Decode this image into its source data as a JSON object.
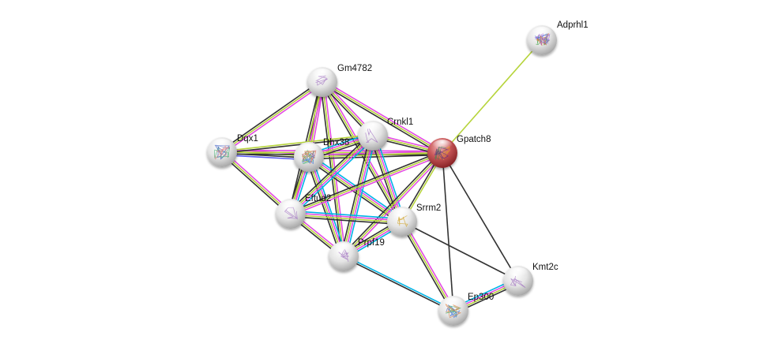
{
  "title": "Protein interaction network",
  "center_protein": "Gpatch8",
  "edge_colors": {
    "database": "#00b4e6",
    "experiment": "#e34ce3",
    "textmining": "#b6d43b",
    "coexpression": "#333333",
    "homology": "#5c5cf0",
    "neighborhood": "#00a000"
  },
  "node_colors": {
    "query": "#c8484a",
    "default": "#e6e6e6"
  },
  "nodes": [
    {
      "id": "Adprhl1",
      "label": "Adprhl1",
      "query": false,
      "has_structure": true
    },
    {
      "id": "Gm4782",
      "label": "Gm4782",
      "query": false,
      "has_structure": true
    },
    {
      "id": "Crnkl1",
      "label": "Crnkl1",
      "query": false,
      "has_structure": true
    },
    {
      "id": "Gpatch8",
      "label": "Gpatch8",
      "query": true,
      "has_structure": true
    },
    {
      "id": "Dqx1",
      "label": "Dqx1",
      "query": false,
      "has_structure": true
    },
    {
      "id": "Dhx38",
      "label": "Dhx38",
      "query": false,
      "has_structure": true
    },
    {
      "id": "Eftud2",
      "label": "Eftud2",
      "query": false,
      "has_structure": true
    },
    {
      "id": "Srrm2",
      "label": "Srrm2",
      "query": false,
      "has_structure": true
    },
    {
      "id": "Prpf19",
      "label": "Prpf19",
      "query": false,
      "has_structure": true
    },
    {
      "id": "Kmt2c",
      "label": "Kmt2c",
      "query": false,
      "has_structure": true
    },
    {
      "id": "Ep300",
      "label": "Ep300",
      "query": false,
      "has_structure": true
    }
  ],
  "edges": [
    {
      "a": "Gpatch8",
      "b": "Adprhl1",
      "types": [
        "textmining"
      ]
    },
    {
      "a": "Gm4782",
      "b": "Dqx1",
      "types": [
        "experiment",
        "textmining",
        "coexpression"
      ]
    },
    {
      "a": "Gm4782",
      "b": "Dhx38",
      "types": [
        "experiment",
        "textmining",
        "coexpression"
      ]
    },
    {
      "a": "Gm4782",
      "b": "Eftud2",
      "types": [
        "experiment",
        "textmining",
        "coexpression"
      ]
    },
    {
      "a": "Gm4782",
      "b": "Prpf19",
      "types": [
        "experiment",
        "textmining",
        "coexpression"
      ]
    },
    {
      "a": "Gm4782",
      "b": "Srrm2",
      "types": [
        "experiment",
        "textmining",
        "coexpression"
      ]
    },
    {
      "a": "Gm4782",
      "b": "Gpatch8",
      "types": [
        "experiment",
        "textmining",
        "coexpression"
      ]
    },
    {
      "a": "Gm4782",
      "b": "Crnkl1",
      "types": [
        "experiment",
        "textmining",
        "coexpression"
      ]
    },
    {
      "a": "Dqx1",
      "b": "Dhx38",
      "types": [
        "homology",
        "experiment",
        "textmining",
        "coexpression"
      ]
    },
    {
      "a": "Dqx1",
      "b": "Gpatch8",
      "types": [
        "experiment",
        "textmining",
        "coexpression"
      ]
    },
    {
      "a": "Dqx1",
      "b": "Crnkl1",
      "types": [
        "textmining",
        "coexpression"
      ]
    },
    {
      "a": "Dqx1",
      "b": "Eftud2",
      "types": [
        "experiment",
        "textmining",
        "coexpression"
      ]
    },
    {
      "a": "Dhx38",
      "b": "Gpatch8",
      "types": [
        "experiment",
        "textmining",
        "coexpression"
      ]
    },
    {
      "a": "Dhx38",
      "b": "Crnkl1",
      "types": [
        "database",
        "experiment",
        "textmining",
        "coexpression"
      ]
    },
    {
      "a": "Dhx38",
      "b": "Eftud2",
      "types": [
        "database",
        "experiment",
        "textmining",
        "coexpression"
      ]
    },
    {
      "a": "Dhx38",
      "b": "Prpf19",
      "types": [
        "database",
        "experiment",
        "textmining",
        "coexpression"
      ]
    },
    {
      "a": "Dhx38",
      "b": "Srrm2",
      "types": [
        "database",
        "experiment",
        "textmining",
        "coexpression"
      ]
    },
    {
      "a": "Crnkl1",
      "b": "Gpatch8",
      "types": [
        "experiment",
        "textmining",
        "coexpression"
      ]
    },
    {
      "a": "Crnkl1",
      "b": "Eftud2",
      "types": [
        "database",
        "experiment",
        "textmining",
        "coexpression"
      ]
    },
    {
      "a": "Crnkl1",
      "b": "Prpf19",
      "types": [
        "database",
        "experiment",
        "textmining",
        "coexpression"
      ]
    },
    {
      "a": "Crnkl1",
      "b": "Srrm2",
      "types": [
        "database",
        "experiment",
        "textmining",
        "coexpression"
      ]
    },
    {
      "a": "Gpatch8",
      "b": "Eftud2",
      "types": [
        "experiment",
        "textmining",
        "coexpression"
      ]
    },
    {
      "a": "Gpatch8",
      "b": "Prpf19",
      "types": [
        "experiment",
        "textmining",
        "coexpression"
      ]
    },
    {
      "a": "Gpatch8",
      "b": "Srrm2",
      "types": [
        "textmining",
        "coexpression"
      ]
    },
    {
      "a": "Gpatch8",
      "b": "Ep300",
      "types": [
        "coexpression"
      ]
    },
    {
      "a": "Gpatch8",
      "b": "Kmt2c",
      "types": [
        "coexpression"
      ]
    },
    {
      "a": "Eftud2",
      "b": "Prpf19",
      "types": [
        "experiment",
        "textmining",
        "coexpression"
      ]
    },
    {
      "a": "Eftud2",
      "b": "Srrm2",
      "types": [
        "database",
        "experiment",
        "textmining",
        "coexpression"
      ]
    },
    {
      "a": "Srrm2",
      "b": "Prpf19",
      "types": [
        "database",
        "experiment",
        "textmining",
        "coexpression"
      ]
    },
    {
      "a": "Srrm2",
      "b": "Ep300",
      "types": [
        "experiment",
        "textmining",
        "coexpression"
      ]
    },
    {
      "a": "Srrm2",
      "b": "Kmt2c",
      "types": [
        "coexpression"
      ]
    },
    {
      "a": "Prpf19",
      "b": "Ep300",
      "types": [
        "database",
        "coexpression"
      ]
    },
    {
      "a": "Ep300",
      "b": "Kmt2c",
      "types": [
        "database",
        "experiment",
        "textmining",
        "coexpression"
      ]
    }
  ]
}
